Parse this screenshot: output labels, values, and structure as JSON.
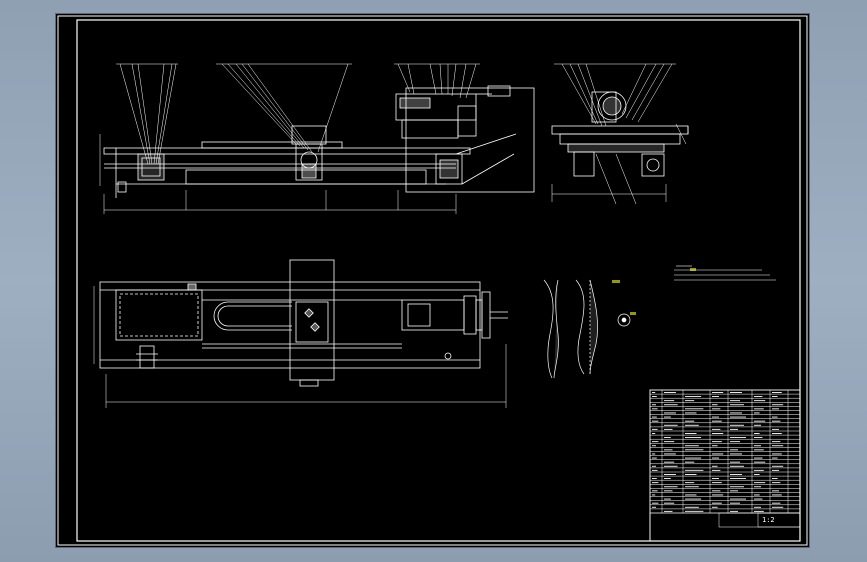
{
  "colors": {
    "background_outer": "#97a8bb",
    "sheet": "#000000",
    "line": "#ffffff",
    "accent": "#ffff00",
    "cyan": "#00ffff"
  },
  "sheet": {
    "scale_label": "1:2",
    "title_label": "",
    "tech_req_heading": "",
    "tech_req_lines": []
  },
  "title_block": {
    "rows": 30,
    "columns": 8
  }
}
